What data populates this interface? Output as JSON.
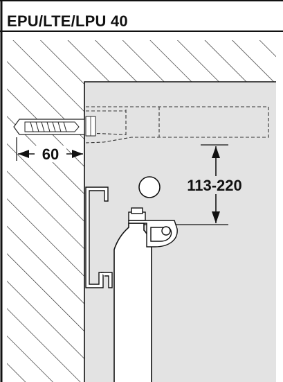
{
  "title": "EPU/LTE/LPU 40",
  "dimensions": {
    "wall_depth": "60",
    "height_range": "113-220"
  },
  "colors": {
    "background": "#e3e3e3",
    "hatch": "#222222",
    "wall": "#ffffff",
    "lines": "#111111"
  }
}
